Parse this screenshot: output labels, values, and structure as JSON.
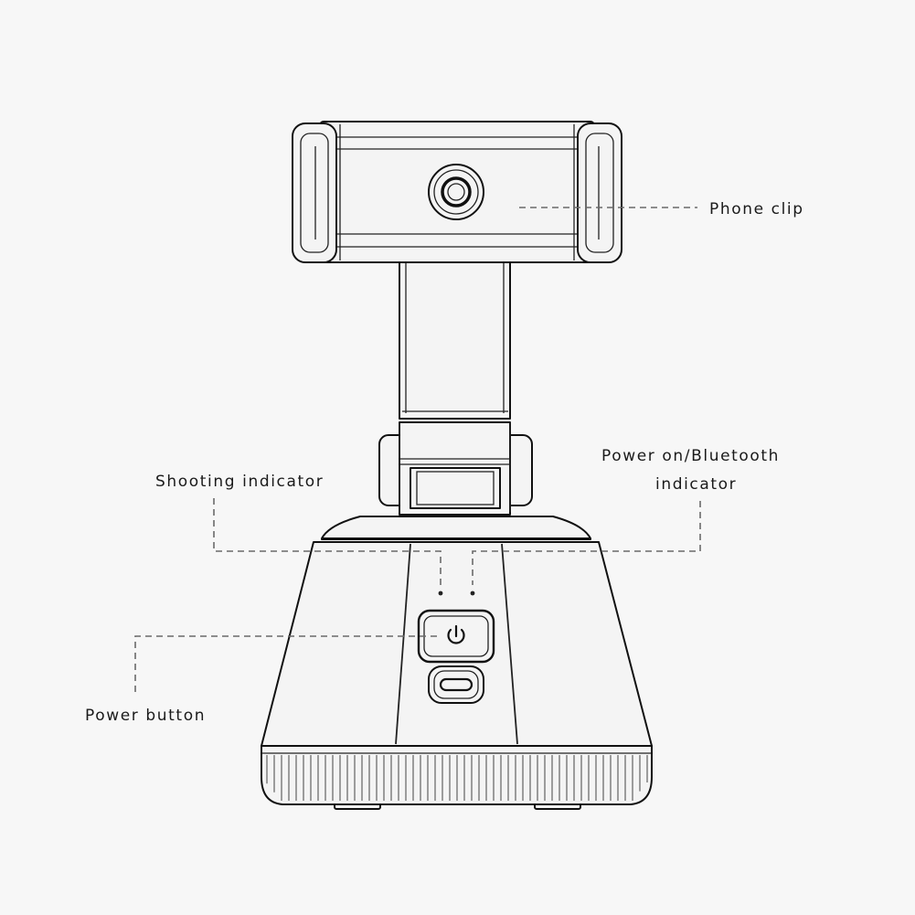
{
  "labels": {
    "phone_clip": "Phone clip",
    "shooting_indicator": "Shooting indicator",
    "power_bt_line1": "Power on/Bluetooth",
    "power_bt_line2": "indicator",
    "power_button": "Power button"
  },
  "colors": {
    "background": "#f7f7f7",
    "line": "#111111",
    "leader": "#6a6a6a",
    "body_fill": "#f4f4f4"
  },
  "icons": [
    "power-icon",
    "usb-c-port-icon"
  ]
}
